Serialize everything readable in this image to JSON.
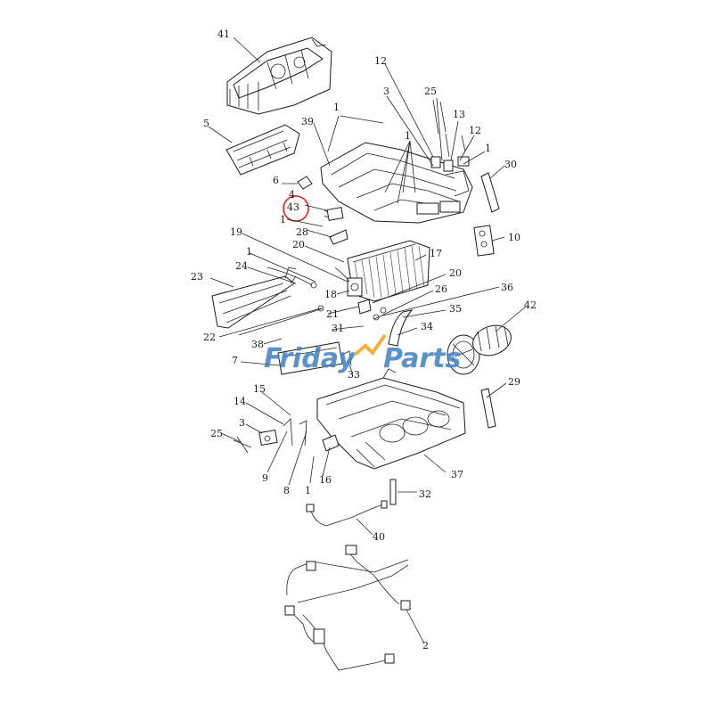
{
  "diagram": {
    "callouts": [
      "41",
      "12",
      "3",
      "25",
      "13",
      "12",
      "1",
      "5",
      "39",
      "1",
      "1",
      "30",
      "6",
      "4",
      "43",
      "1",
      "28",
      "10",
      "19",
      "1",
      "20",
      "17",
      "24",
      "23",
      "20",
      "36",
      "18",
      "26",
      "21",
      "35",
      "42",
      "22",
      "31",
      "34",
      "38",
      "7",
      "33",
      "29",
      "14",
      "15",
      "3",
      "25",
      "9",
      "8",
      "1",
      "16",
      "37",
      "32",
      "40",
      "2"
    ],
    "highlighted_part": "43",
    "highlight_color": "#e02424"
  },
  "watermark": {
    "brand_part1": "Friday",
    "brand_part2": "Parts",
    "color_blue": "#3f7fc4",
    "color_orange": "#f2a31b"
  }
}
